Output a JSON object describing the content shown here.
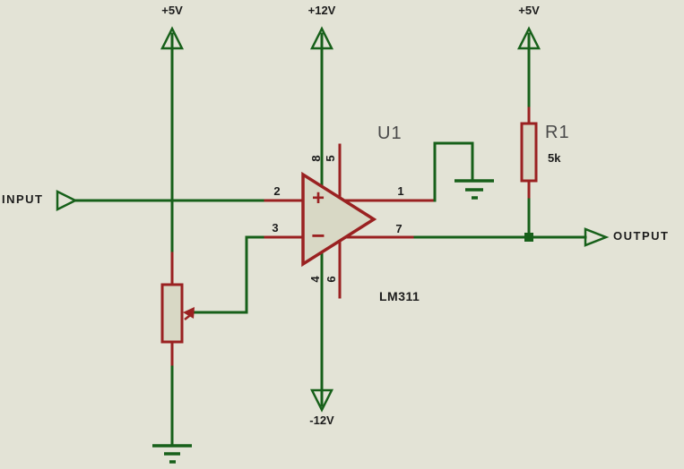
{
  "colors": {
    "background": "#e3e3d6",
    "wire_green": "#17601a",
    "pin_red": "#9a2121",
    "component_fill": "#d8d8c5",
    "text_black": "#1c1c1c",
    "ref_gray": "#4a4a4a"
  },
  "power_flags": {
    "vcc_left": "+5V",
    "vcc_mid": "+12V",
    "vcc_right": "+5V",
    "vee_bottom": "-12V"
  },
  "ports": {
    "input": "INPUT",
    "output": "OUTPUT"
  },
  "opamp": {
    "ref": "U1",
    "part": "LM311",
    "noninverting_sign": "+",
    "inverting_sign": "−",
    "pins": {
      "noninverting_input": "2",
      "inverting_input": "3",
      "ground": "1",
      "output": "7",
      "vcc": "8",
      "balance_strobe": "5",
      "vee": "4",
      "balance": "6"
    }
  },
  "resistor": {
    "ref": "R1",
    "value": "5k"
  },
  "icons": {
    "power_arrow": "power-arrow-icon",
    "ground": "ground-icon",
    "junction": "junction-dot",
    "port_tag": "port-tag-icon"
  }
}
